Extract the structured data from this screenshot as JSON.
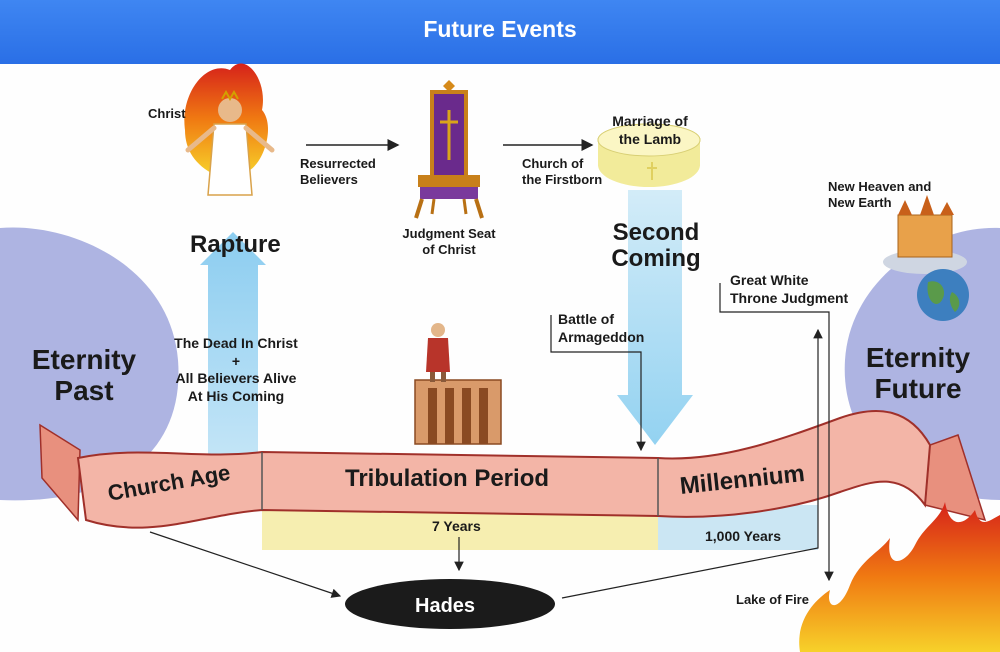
{
  "title": "Future Events",
  "labels": {
    "christ": "Christ",
    "resurrected_believers": "Resurrected\nBelievers",
    "church_of_firstborn": "Church of\nthe Firstborn",
    "marriage_of_lamb": "Marriage of\nthe Lamb",
    "judgment_seat": "Judgment Seat\nof Christ",
    "rapture": "Rapture",
    "second_coming": "Second\nComing",
    "new_heaven": "New Heaven and\nNew Earth",
    "great_white_throne": "Great White\nThrone Judgment",
    "battle_armageddon": "Battle of\nArmageddon",
    "dead_in_christ": "The Dead In Christ\n+\nAll Believers Alive\nAt His Coming",
    "eternity_past": "Eternity\nPast",
    "eternity_future": "Eternity\nFuture",
    "church_age": "Church Age",
    "tribulation": "Tribulation Period",
    "millennium": "Millennium",
    "seven_years": "7 Years",
    "thousand_years": "1,000 Years",
    "hades": "Hades",
    "lake_of_fire": "Lake of Fire"
  },
  "colors": {
    "header": "#2f78ec",
    "eternity_circle": "#aeb4e2",
    "banner": "#f3b5a7",
    "banner_edge": "#a0302a",
    "tribulation_band": "#f6eeb0",
    "millennium_band": "#cbe6f3",
    "arrow_blue": "#a9d8f2",
    "hades": "#1b1b1b"
  }
}
